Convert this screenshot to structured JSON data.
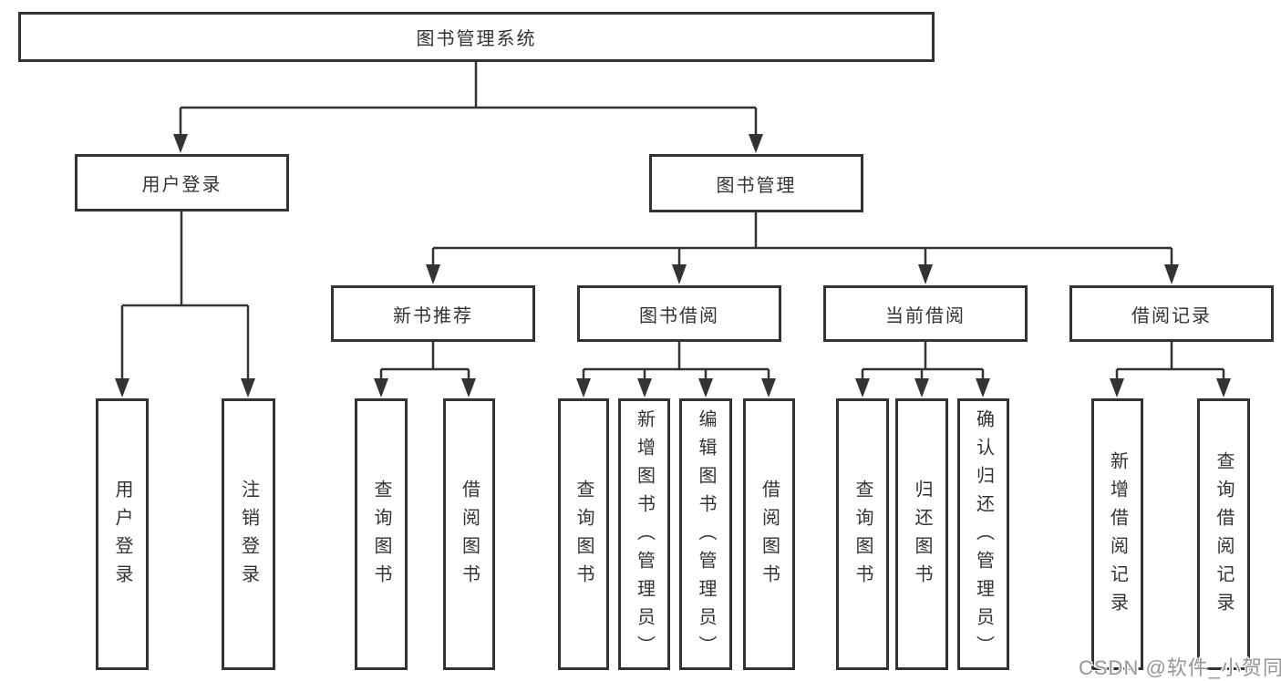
{
  "tree": {
    "label": "图书管理系统",
    "children": [
      {
        "label": "用户登录",
        "children": [
          {
            "label": "用户登录"
          },
          {
            "label": "注销登录"
          }
        ]
      },
      {
        "label": "图书管理",
        "children": [
          {
            "label": "新书推荐",
            "children": [
              {
                "label": "查询图书"
              },
              {
                "label": "借阅图书"
              }
            ]
          },
          {
            "label": "图书借阅",
            "children": [
              {
                "label": "查询图书"
              },
              {
                "label": "新增图书（管理员）"
              },
              {
                "label": "编辑图书（管理员）"
              },
              {
                "label": "借阅图书"
              }
            ]
          },
          {
            "label": "当前借阅",
            "children": [
              {
                "label": "查询图书"
              },
              {
                "label": "归还图书"
              },
              {
                "label": "确认归还（管理员）"
              }
            ]
          },
          {
            "label": "借阅记录",
            "children": [
              {
                "label": "新增借阅记录"
              },
              {
                "label": "查询借阅记录"
              }
            ]
          }
        ]
      }
    ]
  },
  "watermark": "CSDN @软件_小贺同学",
  "colors": {
    "line": "#333333",
    "box_border": "#333333",
    "text": "#333333",
    "watermark_text": "#969696"
  }
}
